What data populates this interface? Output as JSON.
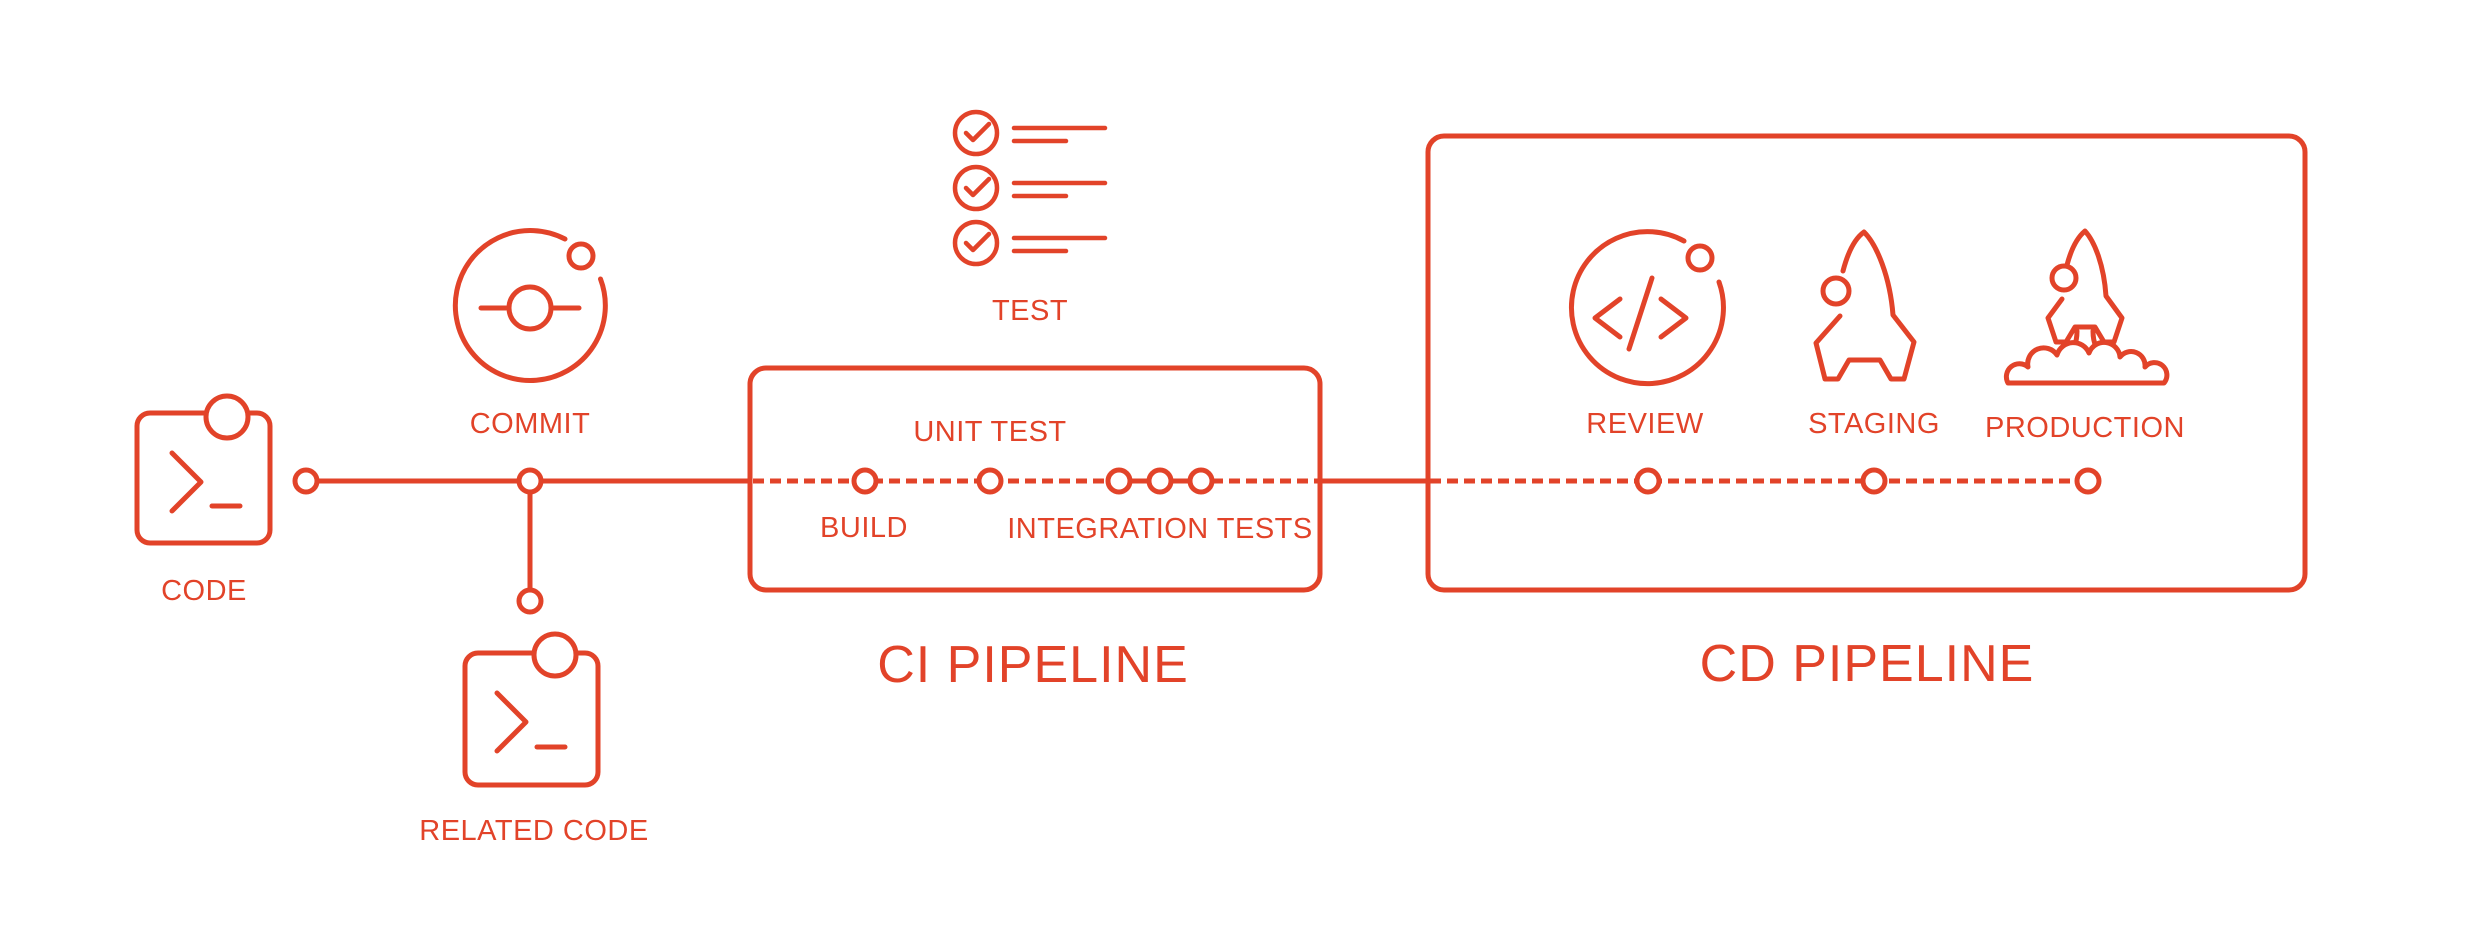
{
  "colors": {
    "accent": "#e24329",
    "background": "#ffffff"
  },
  "workflow": {
    "code_label": "CODE",
    "commit_label": "COMMIT",
    "related_code_label": "RELATED CODE"
  },
  "ci_pipeline": {
    "title": "CI PIPELINE",
    "test_label": "TEST",
    "build_label": "BUILD",
    "unit_test_label": "UNIT TEST",
    "integration_tests_label": "INTEGRATION TESTS"
  },
  "cd_pipeline": {
    "title": "CD PIPELINE",
    "review_label": "REVIEW",
    "staging_label": "STAGING",
    "production_label": "PRODUCTION"
  }
}
